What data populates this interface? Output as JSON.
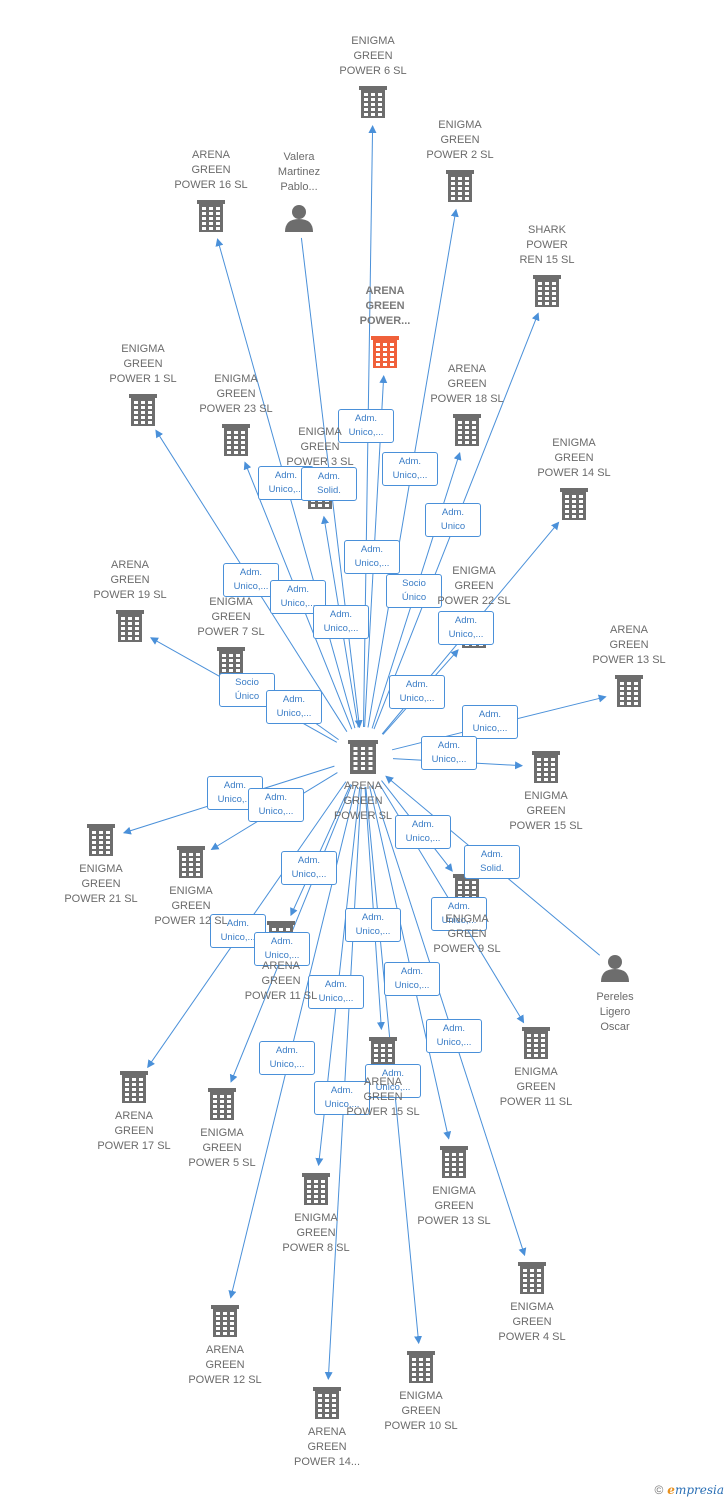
{
  "diagram": {
    "accent_color": "#4a90d9",
    "node_color": "#6d6d6d",
    "focus_color": "#f0603a",
    "nodes": [
      {
        "id": "center",
        "label": "ARENA\nGREEN\nPOWER  SL",
        "icon": "building-icon"
      },
      {
        "id": "focus",
        "label": "ARENA\nGREEN\nPOWER...",
        "icon": "building-icon",
        "focus": true
      },
      {
        "id": "eg6",
        "label": "ENIGMA\nGREEN\nPOWER 6  SL",
        "icon": "building-icon"
      },
      {
        "id": "eg2",
        "label": "ENIGMA\nGREEN\nPOWER 2  SL",
        "icon": "building-icon"
      },
      {
        "id": "ag16",
        "label": "ARENA\nGREEN\nPOWER 16  SL",
        "icon": "building-icon"
      },
      {
        "id": "valera",
        "label": "Valera\nMartinez\nPablo...",
        "icon": "person-icon"
      },
      {
        "id": "shark",
        "label": "SHARK\nPOWER\nREN 15  SL",
        "icon": "building-icon"
      },
      {
        "id": "eg1",
        "label": "ENIGMA\nGREEN\nPOWER 1  SL",
        "icon": "building-icon"
      },
      {
        "id": "eg23",
        "label": "ENIGMA\nGREEN\nPOWER 23  SL",
        "icon": "building-icon"
      },
      {
        "id": "ag18",
        "label": "ARENA\nGREEN\nPOWER 18  SL",
        "icon": "building-icon"
      },
      {
        "id": "eg3",
        "label": "ENIGMA\nGREEN\nPOWER 3  SL",
        "icon": "building-icon"
      },
      {
        "id": "eg14",
        "label": "ENIGMA\nGREEN\nPOWER 14  SL",
        "icon": "building-icon"
      },
      {
        "id": "ag19",
        "label": "ARENA\nGREEN\nPOWER 19  SL",
        "icon": "building-icon"
      },
      {
        "id": "eg7",
        "label": "ENIGMA\nGREEN\nPOWER 7  SL",
        "icon": "building-icon"
      },
      {
        "id": "eg22",
        "label": "ENIGMA\nGREEN\nPOWER 22  SL",
        "icon": "building-icon"
      },
      {
        "id": "ag13",
        "label": "ARENA\nGREEN\nPOWER 13  SL",
        "icon": "building-icon"
      },
      {
        "id": "eg15",
        "label": "ENIGMA\nGREEN\nPOWER 15  SL",
        "icon": "building-icon"
      },
      {
        "id": "eg21",
        "label": "ENIGMA\nGREEN\nPOWER 21  SL",
        "icon": "building-icon"
      },
      {
        "id": "eg12",
        "label": "ENIGMA\nGREEN\nPOWER 12  SL",
        "icon": "building-icon"
      },
      {
        "id": "eg9",
        "label": "ENIGMA\nGREEN\nPOWER 9  SL",
        "icon": "building-icon"
      },
      {
        "id": "pereles",
        "label": "Pereles\nLigero\nOscar",
        "icon": "person-icon"
      },
      {
        "id": "ag11",
        "label": "ARENA\nGREEN\nPOWER 11  SL",
        "icon": "building-icon"
      },
      {
        "id": "eg11",
        "label": "ENIGMA\nGREEN\nPOWER 11  SL",
        "icon": "building-icon"
      },
      {
        "id": "ag17",
        "label": "ARENA\nGREEN\nPOWER 17  SL",
        "icon": "building-icon"
      },
      {
        "id": "eg5",
        "label": "ENIGMA\nGREEN\nPOWER 5  SL",
        "icon": "building-icon"
      },
      {
        "id": "ag15",
        "label": "ARENA\nGREEN\nPOWER 15  SL",
        "icon": "building-icon"
      },
      {
        "id": "eg13",
        "label": "ENIGMA\nGREEN\nPOWER 13  SL",
        "icon": "building-icon"
      },
      {
        "id": "eg8",
        "label": "ENIGMA\nGREEN\nPOWER 8  SL",
        "icon": "building-icon"
      },
      {
        "id": "eg4",
        "label": "ENIGMA\nGREEN\nPOWER 4  SL",
        "icon": "building-icon"
      },
      {
        "id": "ag12",
        "label": "ARENA\nGREEN\nPOWER 12  SL",
        "icon": "building-icon"
      },
      {
        "id": "eg10",
        "label": "ENIGMA\nGREEN\nPOWER 10  SL",
        "icon": "building-icon"
      },
      {
        "id": "ag14",
        "label": "ARENA\nGREEN\nPOWER 14...",
        "icon": "building-icon"
      }
    ],
    "edges": [
      {
        "from": "center",
        "to": "eg6",
        "label": "Adm.\nUnico,..."
      },
      {
        "from": "center",
        "to": "focus",
        "label": "Socio\nÚnico"
      },
      {
        "from": "center",
        "to": "eg2",
        "label": "Adm.\nUnico,..."
      },
      {
        "from": "center",
        "to": "ag16",
        "label": "Adm.\nUnico,..."
      },
      {
        "from": "valera",
        "to": "center",
        "label": "Adm.\nSolid."
      },
      {
        "from": "center",
        "to": "shark",
        "label": "Adm.\nUnico"
      },
      {
        "from": "center",
        "to": "eg1",
        "label": "Adm.\nUnico,..."
      },
      {
        "from": "center",
        "to": "eg23",
        "label": "Adm.\nUnico,..."
      },
      {
        "from": "center",
        "to": "ag18",
        "label": "Adm.\nUnico,..."
      },
      {
        "from": "center",
        "to": "eg3",
        "label": "Adm.\nUnico,..."
      },
      {
        "from": "center",
        "to": "eg14",
        "label": "Adm.\nUnico,..."
      },
      {
        "from": "center",
        "to": "ag19",
        "label": "Socio\nÚnico"
      },
      {
        "from": "center",
        "to": "eg7",
        "label": "Adm.\nUnico,..."
      },
      {
        "from": "center",
        "to": "eg22",
        "label": "Adm.\nUnico,..."
      },
      {
        "from": "center",
        "to": "ag13",
        "label": "Adm.\nUnico,..."
      },
      {
        "from": "center",
        "to": "eg15",
        "label": "Adm.\nUnico,..."
      },
      {
        "from": "center",
        "to": "eg21",
        "label": "Adm.\nUnico,..."
      },
      {
        "from": "center",
        "to": "eg12",
        "label": "Adm.\nUnico,..."
      },
      {
        "from": "center",
        "to": "eg9",
        "label": "Adm.\nUnico,..."
      },
      {
        "from": "pereles",
        "to": "center",
        "label": "Adm.\nSolid."
      },
      {
        "from": "center",
        "to": "ag11",
        "label": "Adm.\nUnico,..."
      },
      {
        "from": "center",
        "to": "eg11",
        "label": "Adm.\nUnico,..."
      },
      {
        "from": "center",
        "to": "ag17",
        "label": "Adm.\nUnico,..."
      },
      {
        "from": "center",
        "to": "eg5",
        "label": "Adm.\nUnico,..."
      },
      {
        "from": "center",
        "to": "ag15",
        "label": "Adm.\nUnico,..."
      },
      {
        "from": "center",
        "to": "eg13",
        "label": "Adm.\nUnico,..."
      },
      {
        "from": "center",
        "to": "eg8",
        "label": "Adm.\nUnico,..."
      },
      {
        "from": "center",
        "to": "eg4",
        "label": "Adm.\nUnico,..."
      },
      {
        "from": "center",
        "to": "ag12",
        "label": "Adm.\nUnico,..."
      },
      {
        "from": "center",
        "to": "eg10",
        "label": "Adm.\nUnico,..."
      },
      {
        "from": "center",
        "to": "ag14",
        "label": "Adm.\nUnico,..."
      }
    ]
  },
  "footer": {
    "copyright_symbol": "©",
    "brand_initial": "e",
    "brand_rest": "mpresia"
  }
}
